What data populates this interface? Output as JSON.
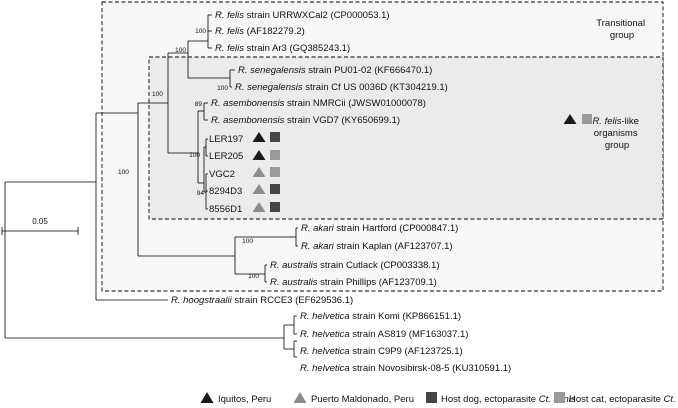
{
  "tree": {
    "leaves": [
      {
        "id": "felis-urr",
        "species": "R. felis",
        "rest": " strain URRWXCal2 (CP000053.1)"
      },
      {
        "id": "felis-af",
        "species": "R. felis",
        "rest": " (AF182279.2)"
      },
      {
        "id": "felis-ar3",
        "species": "R. felis",
        "rest": " strain Ar3 (GQ385243.1)"
      },
      {
        "id": "seneg-pu",
        "species": "R. senegalensis",
        "rest": " strain PU01-02 (KF666470.1)"
      },
      {
        "id": "seneg-cf",
        "species": "R. senegalensis",
        "rest": " strain Cf US 0036D (KT304219.1)"
      },
      {
        "id": "asemb-nmr",
        "species": "R. asembonensis",
        "rest": " strain NMRCii (JWSW01000078)"
      },
      {
        "id": "asemb-vgd7",
        "species": "R. asembonensis",
        "rest": " strain VGD7 (KY650699.1)"
      },
      {
        "id": "ler197",
        "species": "",
        "rest": "LER197"
      },
      {
        "id": "ler205",
        "species": "",
        "rest": "LER205"
      },
      {
        "id": "vgc2",
        "species": "",
        "rest": "VGC2"
      },
      {
        "id": "8294d3",
        "species": "",
        "rest": "8294D3"
      },
      {
        "id": "8556d1",
        "species": "",
        "rest": "8556D1"
      },
      {
        "id": "akari-hart",
        "species": "R. akari",
        "rest": " strain Hartford (CP000847.1)"
      },
      {
        "id": "akari-kap",
        "species": "R. akari",
        "rest": " strain Kaplan (AF123707.1)"
      },
      {
        "id": "austr-cut",
        "species": "R. australis",
        "rest": " strain Cutlack (CP003338.1)"
      },
      {
        "id": "austr-phil",
        "species": "R. australis",
        "rest": " strain Phillips (AF123709.1)"
      },
      {
        "id": "hoog",
        "species": "R. hoogstraalii",
        "rest": " strain RCCE3 (EF629536.1)"
      },
      {
        "id": "helv-komi",
        "species": "R. helvetica",
        "rest": " strain Komi (KP866151.1)"
      },
      {
        "id": "helv-as819",
        "species": "R. helvetica",
        "rest": " strain AS819 (MF163037.1)"
      },
      {
        "id": "helv-c9p9",
        "species": "R. helvetica",
        "rest": " strain C9P9 (AF123725.1)"
      },
      {
        "id": "helv-novo",
        "species": "R. helvetica",
        "rest": " strain Novosibirsk-08-5 (KU310591.1)"
      }
    ],
    "bootstrap": {
      "felis": "100",
      "felis_group": "100",
      "seneg": "100",
      "felislike": "100",
      "asemb": "89",
      "ler": "100",
      "vgc": "94",
      "transitional": "100",
      "akari": "100",
      "australis": "100"
    },
    "scale_bar_label": "0.05",
    "group_transitional": [
      "Transitional",
      "group"
    ],
    "group_felislike": {
      "species": "R. felis",
      "suffix": "-like",
      "line2": "organisms",
      "line3": "group"
    }
  },
  "legend": [
    {
      "symbol": "triangle",
      "color": "#1a1a1a",
      "label": "Iquitos, Peru"
    },
    {
      "symbol": "triangle",
      "color": "#8c8c8c",
      "label": "Puerto Maldonado, Peru"
    },
    {
      "symbol": "square",
      "color": "#454545",
      "label": "Host dog, ectoparasite ",
      "label_italic": "Ct. canis"
    },
    {
      "symbol": "square",
      "color": "#9a9a9a",
      "label": "Host cat, ectoparasite ",
      "label_italic": "Ct. felis"
    }
  ],
  "sample_markers": {
    "asemb-vgd7": {
      "triangle": "#1a1a1a",
      "square": "#9a9a9a"
    },
    "ler197": {
      "triangle": "#1a1a1a",
      "square": "#454545"
    },
    "ler205": {
      "triangle": "#1a1a1a",
      "square": "#9a9a9a"
    },
    "vgc2": {
      "triangle": "#8c8c8c",
      "square": "#9a9a9a"
    },
    "8294d3": {
      "triangle": "#8c8c8c",
      "square": "#454545"
    },
    "8556d1": {
      "triangle": "#8c8c8c",
      "square": "#454545"
    }
  }
}
